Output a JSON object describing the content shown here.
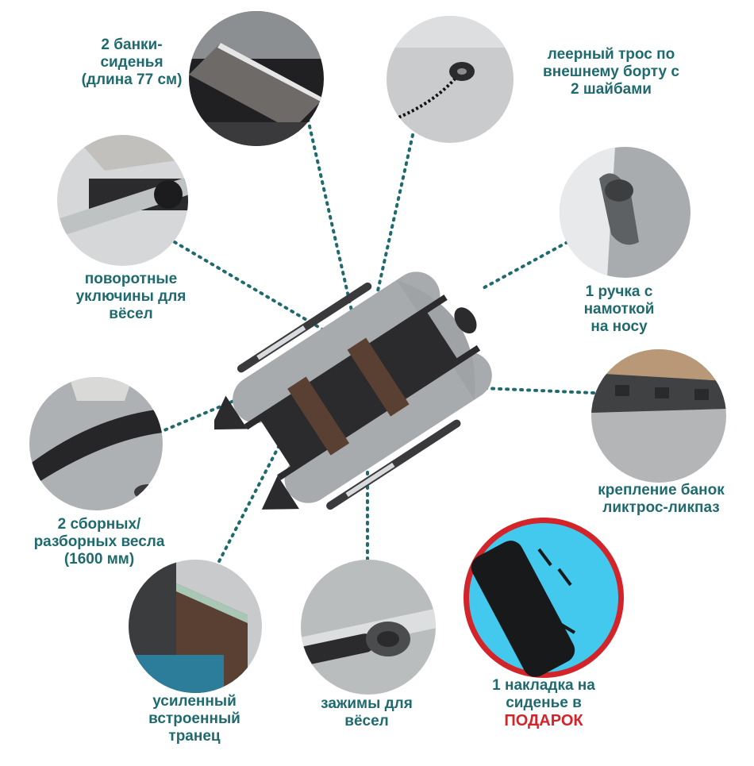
{
  "callouts": {
    "seats": {
      "lines": [
        "2 банки-",
        "сиденья",
        "(длина 77 см)"
      ]
    },
    "lifeline": {
      "lines": [
        "леерный трос по",
        "внешнему борту с",
        "2 шайбами"
      ]
    },
    "oarlocks": {
      "lines": [
        "поворотные",
        "уключины для",
        "вёсел"
      ]
    },
    "handle": {
      "lines": [
        "1 ручка с",
        "намоткой",
        "на носу"
      ]
    },
    "oars": {
      "lines": [
        "2 сборных/",
        "разборных весла",
        "(1600 мм)"
      ]
    },
    "seat_mount": {
      "lines": [
        "крепление банок",
        "ликтрос-ликпаз"
      ]
    },
    "transom": {
      "lines": [
        "усиленный",
        "встроенный",
        "транец"
      ]
    },
    "clamps": {
      "lines": [
        "зажимы для",
        "вёсел"
      ]
    },
    "gift": {
      "lines": [
        "1 накладка на",
        "сиденье в"
      ],
      "highlight": "ПОДАРОК"
    }
  },
  "colors": {
    "label_text": "#1f6a6e",
    "dotted_line": "#1f6a6e",
    "gift_ring": "#d3242a",
    "gift_highlight": "#d3242a",
    "gift_background": "#43c8ee",
    "boat_tube": "#a7abad",
    "boat_floor": "#2b2b2d"
  },
  "icons": {
    "seats_photo": "seat-bench-icon",
    "lifeline_photo": "rope-washer-icon",
    "oarlocks_photo": "oarlock-icon",
    "handle_photo": "bow-handle-icon",
    "oars_photo": "oar-blade-icon",
    "seat_mount_photo": "bolt-rope-groove-icon",
    "transom_photo": "transom-icon",
    "clamps_photo": "oar-clamp-icon",
    "gift_photo": "seat-cover-bag-icon",
    "boat": "inflatable-boat-icon"
  }
}
